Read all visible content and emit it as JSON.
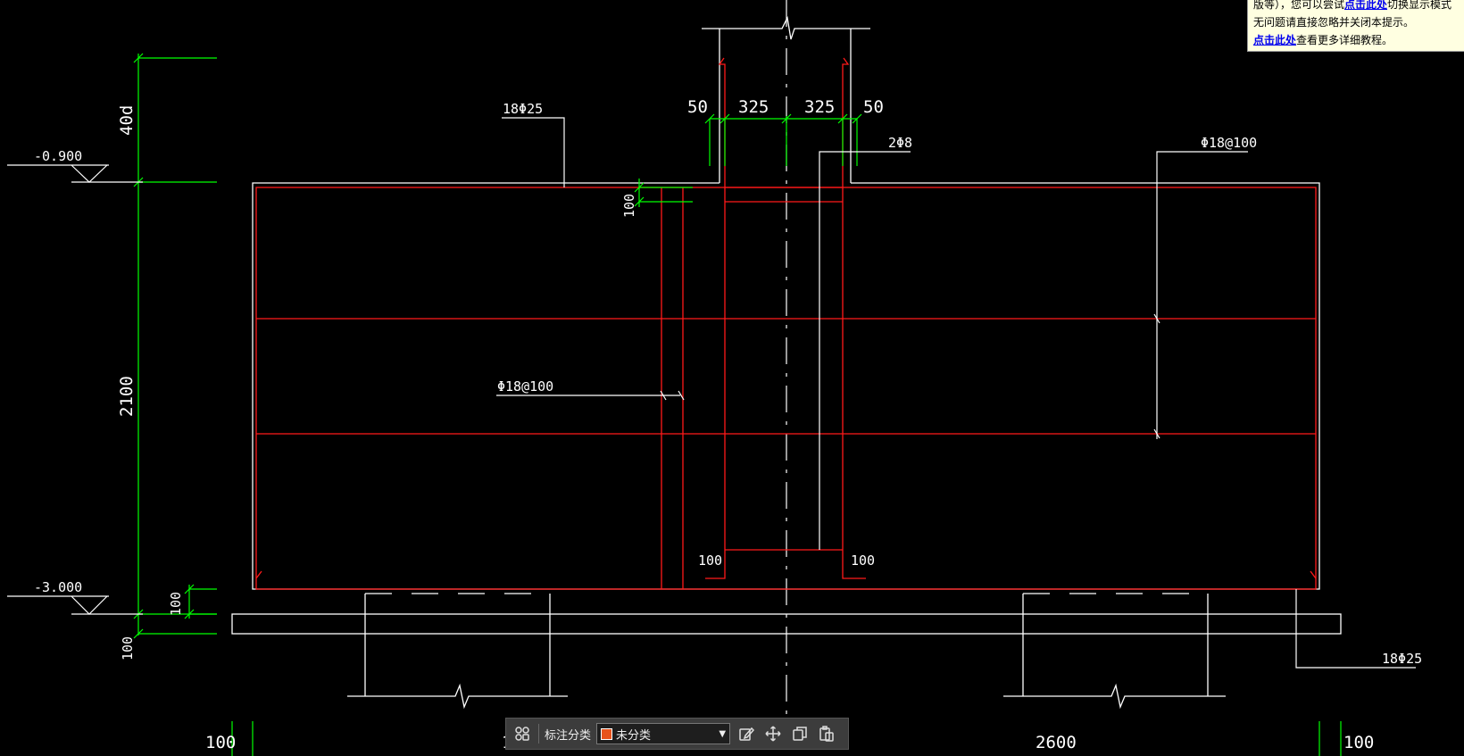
{
  "tooltip": {
    "line1_prefix": "版等），您可以尝试",
    "line1_link": "点击此处",
    "line1_suffix": "切换显示模式",
    "line2": "无问题请直接忽略并关闭本提示。",
    "line3_link": "点击此处",
    "line3_suffix": "查看更多详细教程。"
  },
  "drawing": {
    "elev_top": "-0.900",
    "elev_bottom": "-3.000",
    "dim_40d": "40d",
    "dim_2100": "2100",
    "dim_100_left_small": "100",
    "dim_100_left_bottom": "100",
    "dim_100_inner": "100",
    "dim_50_left": "50",
    "dim_325_left": "325",
    "dim_325_right": "325",
    "dim_50_right": "50",
    "rebar_top_main": "18Φ25",
    "rebar_stirrup_left": "Φ18@100",
    "rebar_stirrup_right": "Φ18@100",
    "rebar_2phi8": "2Φ8",
    "rebar_bottom_main": "18Φ25",
    "hook_left": "100",
    "hook_right": "100",
    "bottom_100_left": "100",
    "bottom_2600": "2600",
    "bottom_100_right": "100",
    "bottom_partial": "1"
  },
  "toolbar": {
    "label": "标注分类",
    "selected": "未分类",
    "swatch_color": "#e8531b"
  },
  "colors": {
    "background": "#000000",
    "outline": "#ffffff",
    "rebar": "#ff1a1a",
    "dimension": "#00ff00"
  }
}
